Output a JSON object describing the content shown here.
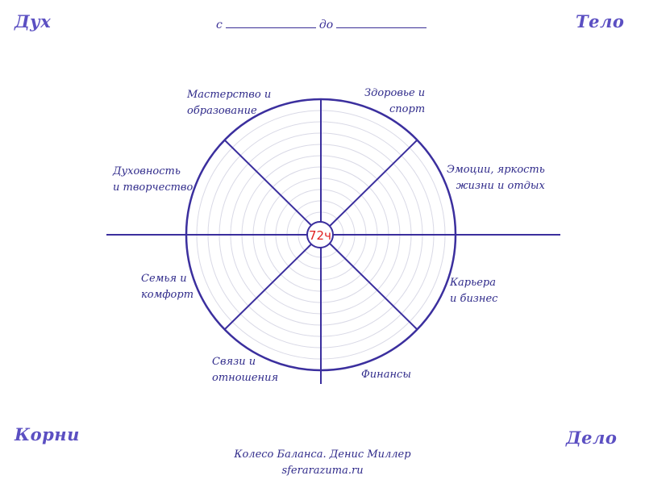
{
  "corners": {
    "top_left": "Дух",
    "top_right": "Тело",
    "bottom_left": "Корни",
    "bottom_right": "Дело"
  },
  "period": {
    "from": "с",
    "to": "до"
  },
  "center_label": "72ч",
  "sectors": [
    {
      "id": "mastery",
      "lines": [
        "Мастерство и",
        "образование"
      ]
    },
    {
      "id": "health",
      "lines": [
        "Здоровье и",
        "спорт"
      ]
    },
    {
      "id": "emotions",
      "lines": [
        "Эмоции, яркость",
        "жизни и отдых"
      ]
    },
    {
      "id": "spirituality",
      "lines": [
        "Духовность",
        "и творчество"
      ]
    },
    {
      "id": "career",
      "lines": [
        "Карьера",
        "и бизнес"
      ]
    },
    {
      "id": "family",
      "lines": [
        "Семья и",
        "комфорт"
      ]
    },
    {
      "id": "relations",
      "lines": [
        "Связи и",
        "отношения"
      ]
    },
    {
      "id": "finance",
      "lines": [
        "Финансы"
      ]
    }
  ],
  "footer": {
    "title": "Колесо Баланса. Денис Миллер",
    "site": "sferarazuma.ru"
  },
  "colors": {
    "primary": "#3b2f9e",
    "grid": "#d9d9e6",
    "center_text": "#e02020",
    "corner_text": "#5b4fc2"
  }
}
